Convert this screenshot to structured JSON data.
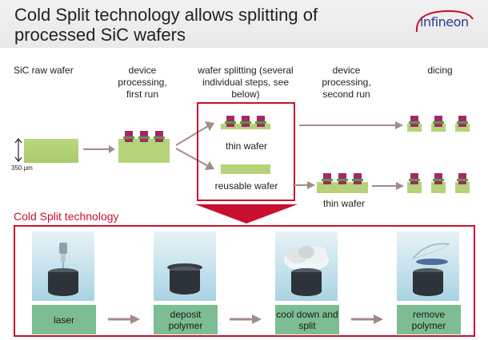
{
  "header": {
    "title": "Cold Split technology allows splitting of processed SiC wafers",
    "logo_text": "infineon"
  },
  "process": {
    "steps": [
      {
        "label": "SiC raw wafer"
      },
      {
        "label": "device processing, first run"
      },
      {
        "label": "wafer splitting (several individual steps, see below)"
      },
      {
        "label": "device processing, second run"
      },
      {
        "label": "dicing"
      }
    ],
    "thickness": "350 μm",
    "thin_wafer_label": "thin wafer",
    "reusable_wafer_label": "reusable wafer",
    "thin_wafer_label_2": "thin wafer"
  },
  "cold_split": {
    "title": "Cold Split technology",
    "steps": [
      {
        "label": "laser"
      },
      {
        "label": "deposit polymer"
      },
      {
        "label": "cool down and split"
      },
      {
        "label": "remove polymer"
      }
    ]
  },
  "colors": {
    "accent_red": "#c8102e",
    "wafer_green": "#b5d37a",
    "device_magenta": "#a3286a",
    "step_green": "#7cbd92"
  }
}
